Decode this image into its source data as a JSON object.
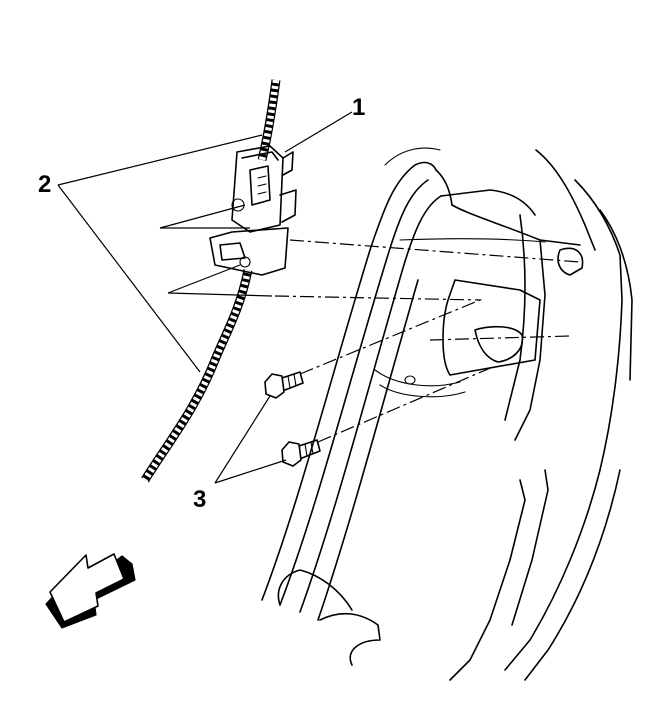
{
  "callouts": {
    "part_1": "1",
    "part_2": "2",
    "part_3": "3"
  },
  "icons": {
    "direction": "front-direction-arrow-icon"
  },
  "colors": {
    "line": "#000000",
    "background": "#ffffff"
  }
}
